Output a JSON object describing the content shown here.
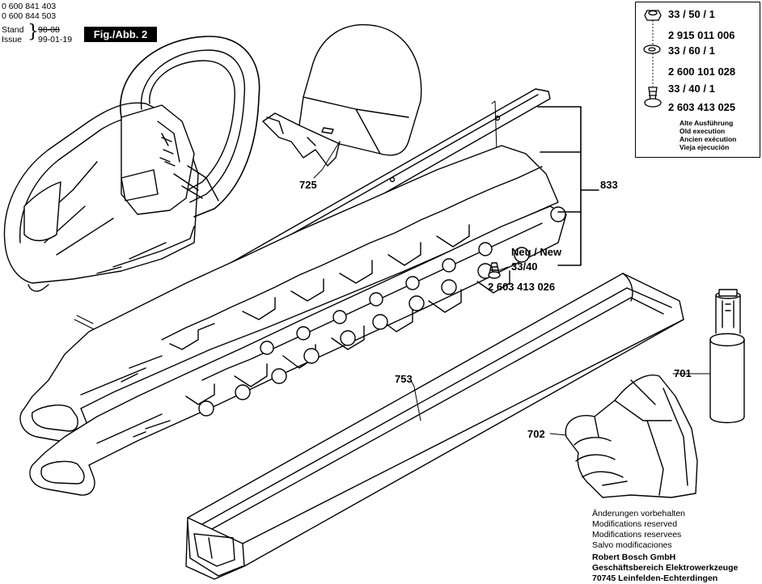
{
  "header": {
    "part_no_1": "0 600 841 403",
    "part_no_2": "0 600 844 503",
    "stand_label": "Stand",
    "stand_value": "98-08",
    "issue_label": "Issue",
    "issue_value": "99-01-19",
    "figure_label": "Fig./Abb. 2"
  },
  "legend": {
    "items": [
      {
        "code": "33 / 50 / 1",
        "part": "2 915 011 006"
      },
      {
        "code": "33 / 60 / 1",
        "part": "2 600 101 028"
      },
      {
        "code": "33 / 40 / 1",
        "part": "2 603 413 025"
      }
    ],
    "old_execution": [
      "Alte Ausführung",
      "Old execution",
      "Ancien exécution",
      "Vieja ejecución"
    ]
  },
  "callouts": {
    "guard": "725",
    "blade_set": "833",
    "new_label": "Neu / New",
    "new_code": "33/40",
    "new_part": "2 603 413 026",
    "sheath": "753",
    "oil": "701",
    "gloves": "702"
  },
  "footer": {
    "notes": [
      "Änderungen vorbehalten",
      "Modifications reserved",
      "Modifications reservees",
      "Salvo modificaciones"
    ],
    "company": [
      "Robert Bosch GmbH",
      "Geschäftsbereich Elektrowerkzeuge",
      "70745 Leinfelden-Echterdingen"
    ]
  }
}
